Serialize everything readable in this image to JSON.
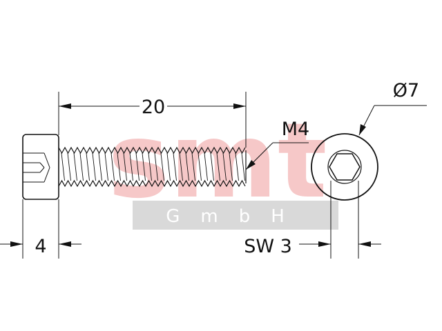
{
  "watermark": {
    "brand": "smt",
    "company": "GmbH",
    "brand_color": "#f4b6b6",
    "band_color": "#d9d9d9"
  },
  "dimensions": {
    "length": "20",
    "thread": "M4",
    "head_diameter": "Ø7",
    "head_height": "4",
    "hex_key": "SW 3"
  },
  "colors": {
    "line": "#111111",
    "background": "#ffffff"
  }
}
